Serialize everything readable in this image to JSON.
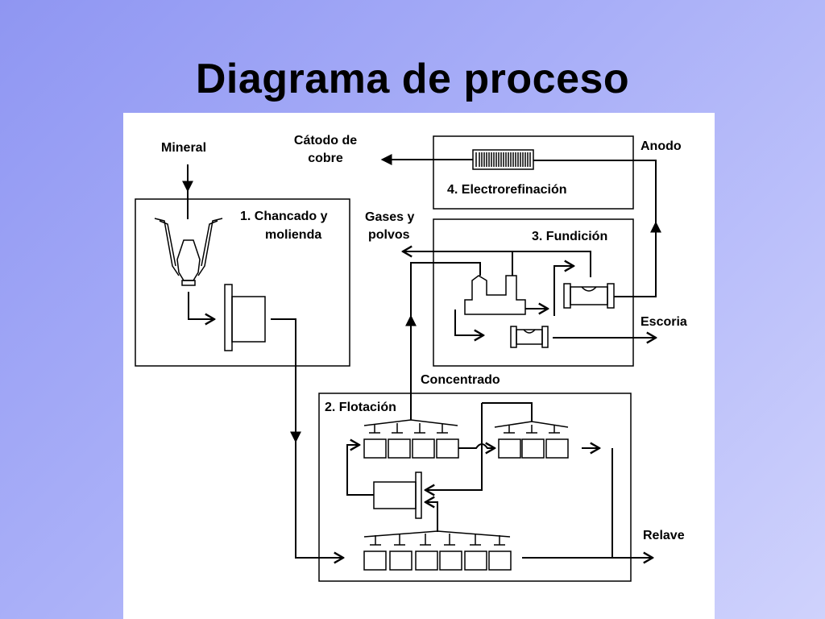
{
  "title": "Diagrama de proceso",
  "labels": {
    "mineral": "Mineral",
    "catodo_line1": "Cátodo de",
    "catodo_line2": "cobre",
    "anodo": "Anodo",
    "step1_line1": "1. Chancado y",
    "step1_line2": "molienda",
    "gases_line1": "Gases y",
    "gases_line2": "polvos",
    "step3": "3. Fundición",
    "step4": "4. Electrorefinación",
    "escoria": "Escoria",
    "concentrado": "Concentrado",
    "step2": "2. Flotación",
    "relave": "Relave"
  }
}
